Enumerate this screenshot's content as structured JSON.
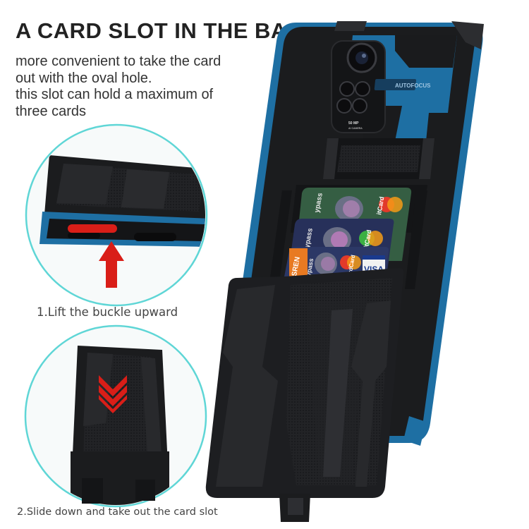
{
  "headline": "A CARD SLOT IN THE BACK",
  "description": [
    "more convenient to take the card",
    "out with the oval hole.",
    "this slot can hold a maximum of",
    "three cards"
  ],
  "steps": {
    "step1": "1.Lift the buckle upward",
    "step2": "2.Slide down and take out the card slot"
  },
  "camera_labels": {
    "badge": "AUTOFOCUS",
    "mp": "50 MP",
    "sub": "AI CAMERA"
  },
  "card_texts": {
    "pass_1": "ypass",
    "pass_2": "ypass",
    "pass_3": "ypass",
    "card_brand_1": "itCard",
    "card_brand_2": "itCard",
    "card_brand_3": "ardCard",
    "visa": "VISA",
    "bank": "SREN"
  },
  "colors": {
    "accent_blue": "#1e6fa3",
    "case_black": "#1b1c1e",
    "circle_outline": "#5fd6d6",
    "arrow_red": "#d91e18"
  }
}
